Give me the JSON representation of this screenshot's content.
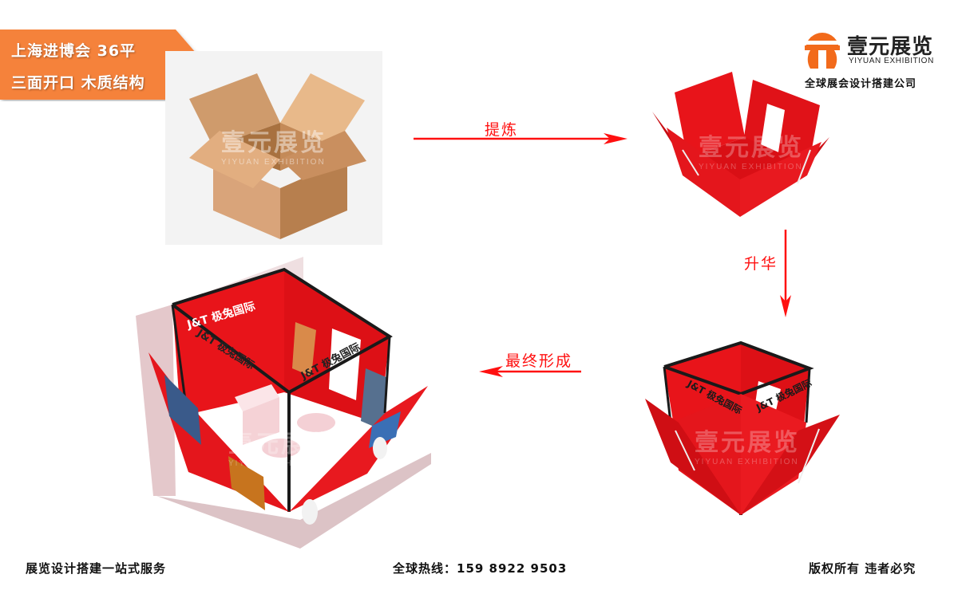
{
  "banner": {
    "line1": "上海进博会 36平",
    "line2": "三面开口 木质结构",
    "color": "#f5823a"
  },
  "logo": {
    "name_cn": "壹元展览",
    "name_en": "YIYUAN EXHIBITION",
    "tagline": "全球展会设计搭建公司",
    "accent_color": "#f26a1b"
  },
  "watermark": {
    "cn": "壹元展览",
    "en": "YIYUAN EXHIBITION"
  },
  "steps": [
    {
      "image": "cardboard-box",
      "caption": ""
    },
    {
      "image": "abstract-red-open-box",
      "caption": ""
    },
    {
      "image": "red-booth-frame",
      "caption": ""
    },
    {
      "image": "final-booth-render",
      "caption": ""
    }
  ],
  "arrows": {
    "refine": {
      "label": "提炼",
      "direction": "right",
      "color": "#ff1010"
    },
    "sublimate": {
      "label": "升华",
      "direction": "down",
      "color": "#ff1010"
    },
    "final": {
      "label": "最终形成",
      "direction": "left",
      "color": "#ff1010"
    }
  },
  "booth_branding": {
    "brand_text": "J&T 极兔国际"
  },
  "footer": {
    "left": "展览设计搭建一站式服务",
    "center": "全球热线：159 8922 9503",
    "right": "版权所有 违者必究"
  }
}
